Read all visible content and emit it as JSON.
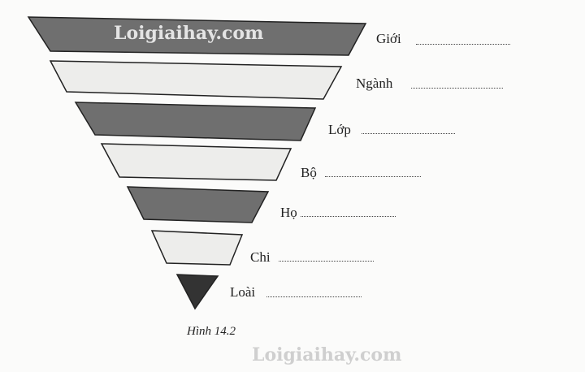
{
  "levels": [
    {
      "label": "Giới",
      "fill": "#6f6f6f"
    },
    {
      "label": "Ngành",
      "fill": "#ededeb"
    },
    {
      "label": "Lớp",
      "fill": "#6f6f6f"
    },
    {
      "label": "Bộ",
      "fill": "#ededeb"
    },
    {
      "label": "Họ",
      "fill": "#6f6f6f"
    },
    {
      "label": "Chi",
      "fill": "#ededeb"
    },
    {
      "label": "Loài",
      "fill": "#333333"
    }
  ],
  "caption": "Hình 14.2",
  "watermark": "Loigiaihay.com"
}
